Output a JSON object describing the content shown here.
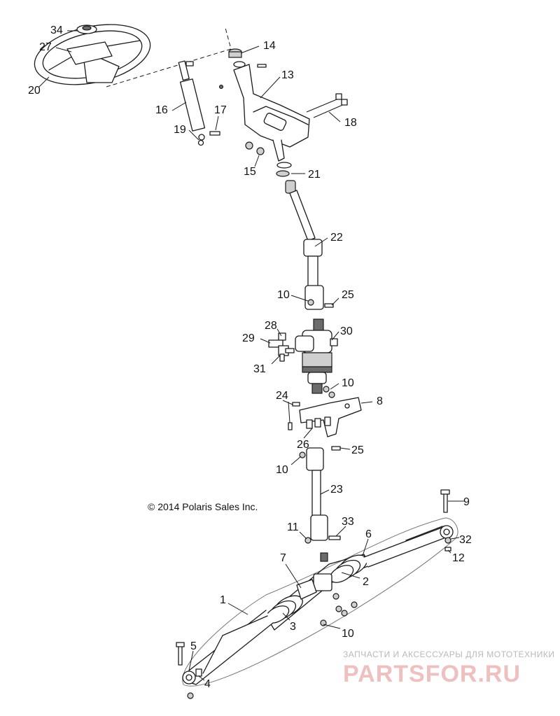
{
  "copyright": "© 2014 Polaris Sales Inc.",
  "watermark": {
    "tagline": "ЗАПЧАСТИ И АКСЕССУАРЫ ДЛЯ МОТОТЕХНИКИ",
    "logo": "PARTSFOR.RU"
  },
  "callouts": [
    "34",
    "27",
    "20",
    "14",
    "13",
    "16",
    "17",
    "19",
    "18",
    "15",
    "21",
    "22",
    "10",
    "25",
    "28",
    "29",
    "30",
    "31",
    "10",
    "24",
    "8",
    "26",
    "25",
    "10",
    "23",
    "9",
    "11",
    "33",
    "6",
    "32",
    "12",
    "7",
    "2",
    "1",
    "3",
    "10",
    "5",
    "4"
  ],
  "colors": {
    "line": "#1a1a1a",
    "watermark_logo": "#efc0c0",
    "watermark_text": "#b9b9b9"
  }
}
